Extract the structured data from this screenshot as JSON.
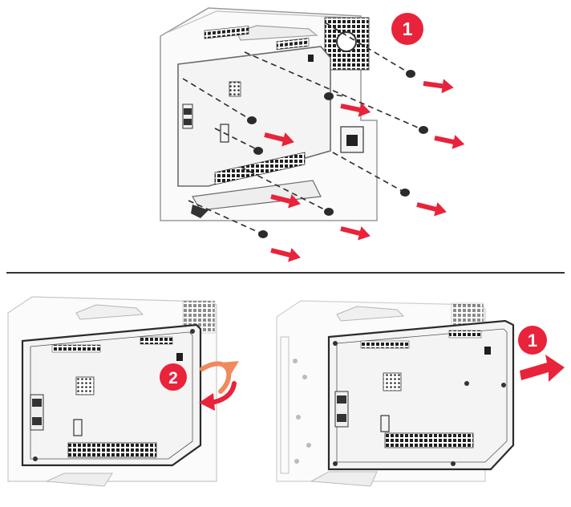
{
  "steps": {
    "top": {
      "badge": "1"
    },
    "bottom_left": {
      "badge": "2"
    },
    "bottom_right": {
      "badge": "1"
    }
  },
  "colors": {
    "accent_red": "#e8233a",
    "rotate_arrow_orange": "#f08a5d",
    "line_dark": "#2b2b2b",
    "line_gray": "#9a9a9a",
    "panel_fill": "#f4f4f4"
  },
  "icons": {
    "step_badge": "numbered-circle",
    "remove_arrow": "right-arrow",
    "rotate_arrow": "curved-rotate-arrow",
    "screw": "screw-icon"
  }
}
